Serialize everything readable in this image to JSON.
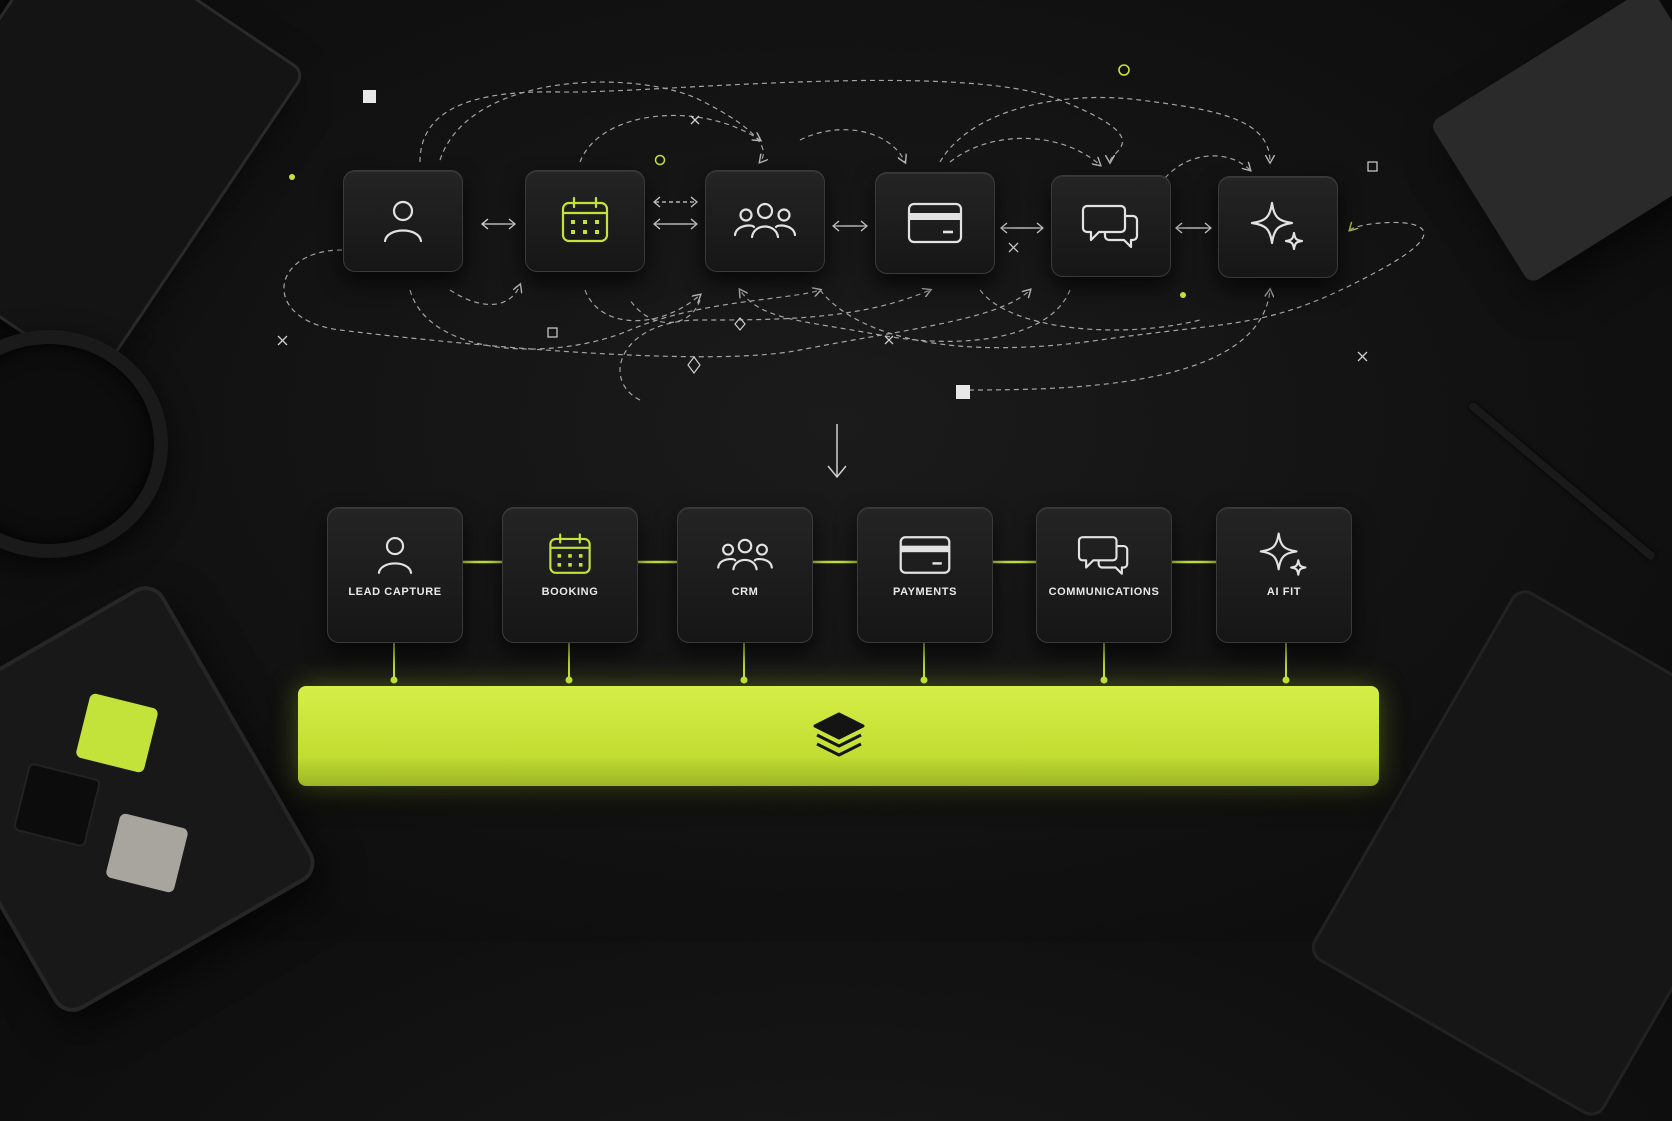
{
  "colors": {
    "accent": "#c4e33a",
    "tile": "#1c1c1c",
    "icon": "#e2e2e2",
    "background": "#121212"
  },
  "top_row": [
    {
      "icon": "user-icon"
    },
    {
      "icon": "calendar-icon"
    },
    {
      "icon": "team-icon"
    },
    {
      "icon": "card-icon"
    },
    {
      "icon": "chat-icon"
    },
    {
      "icon": "sparkle-icon"
    }
  ],
  "bottom_row": [
    {
      "icon": "user-icon",
      "label": "LEAD CAPTURE"
    },
    {
      "icon": "calendar-icon",
      "label": "BOOKING"
    },
    {
      "icon": "team-icon",
      "label": "CRM"
    },
    {
      "icon": "card-icon",
      "label": "PAYMENTS"
    },
    {
      "icon": "chat-icon",
      "label": "COMMUNICATIONS"
    },
    {
      "icon": "sparkle-icon",
      "label": "AI FIT"
    }
  ],
  "platform": {
    "icon": "layers-icon"
  }
}
